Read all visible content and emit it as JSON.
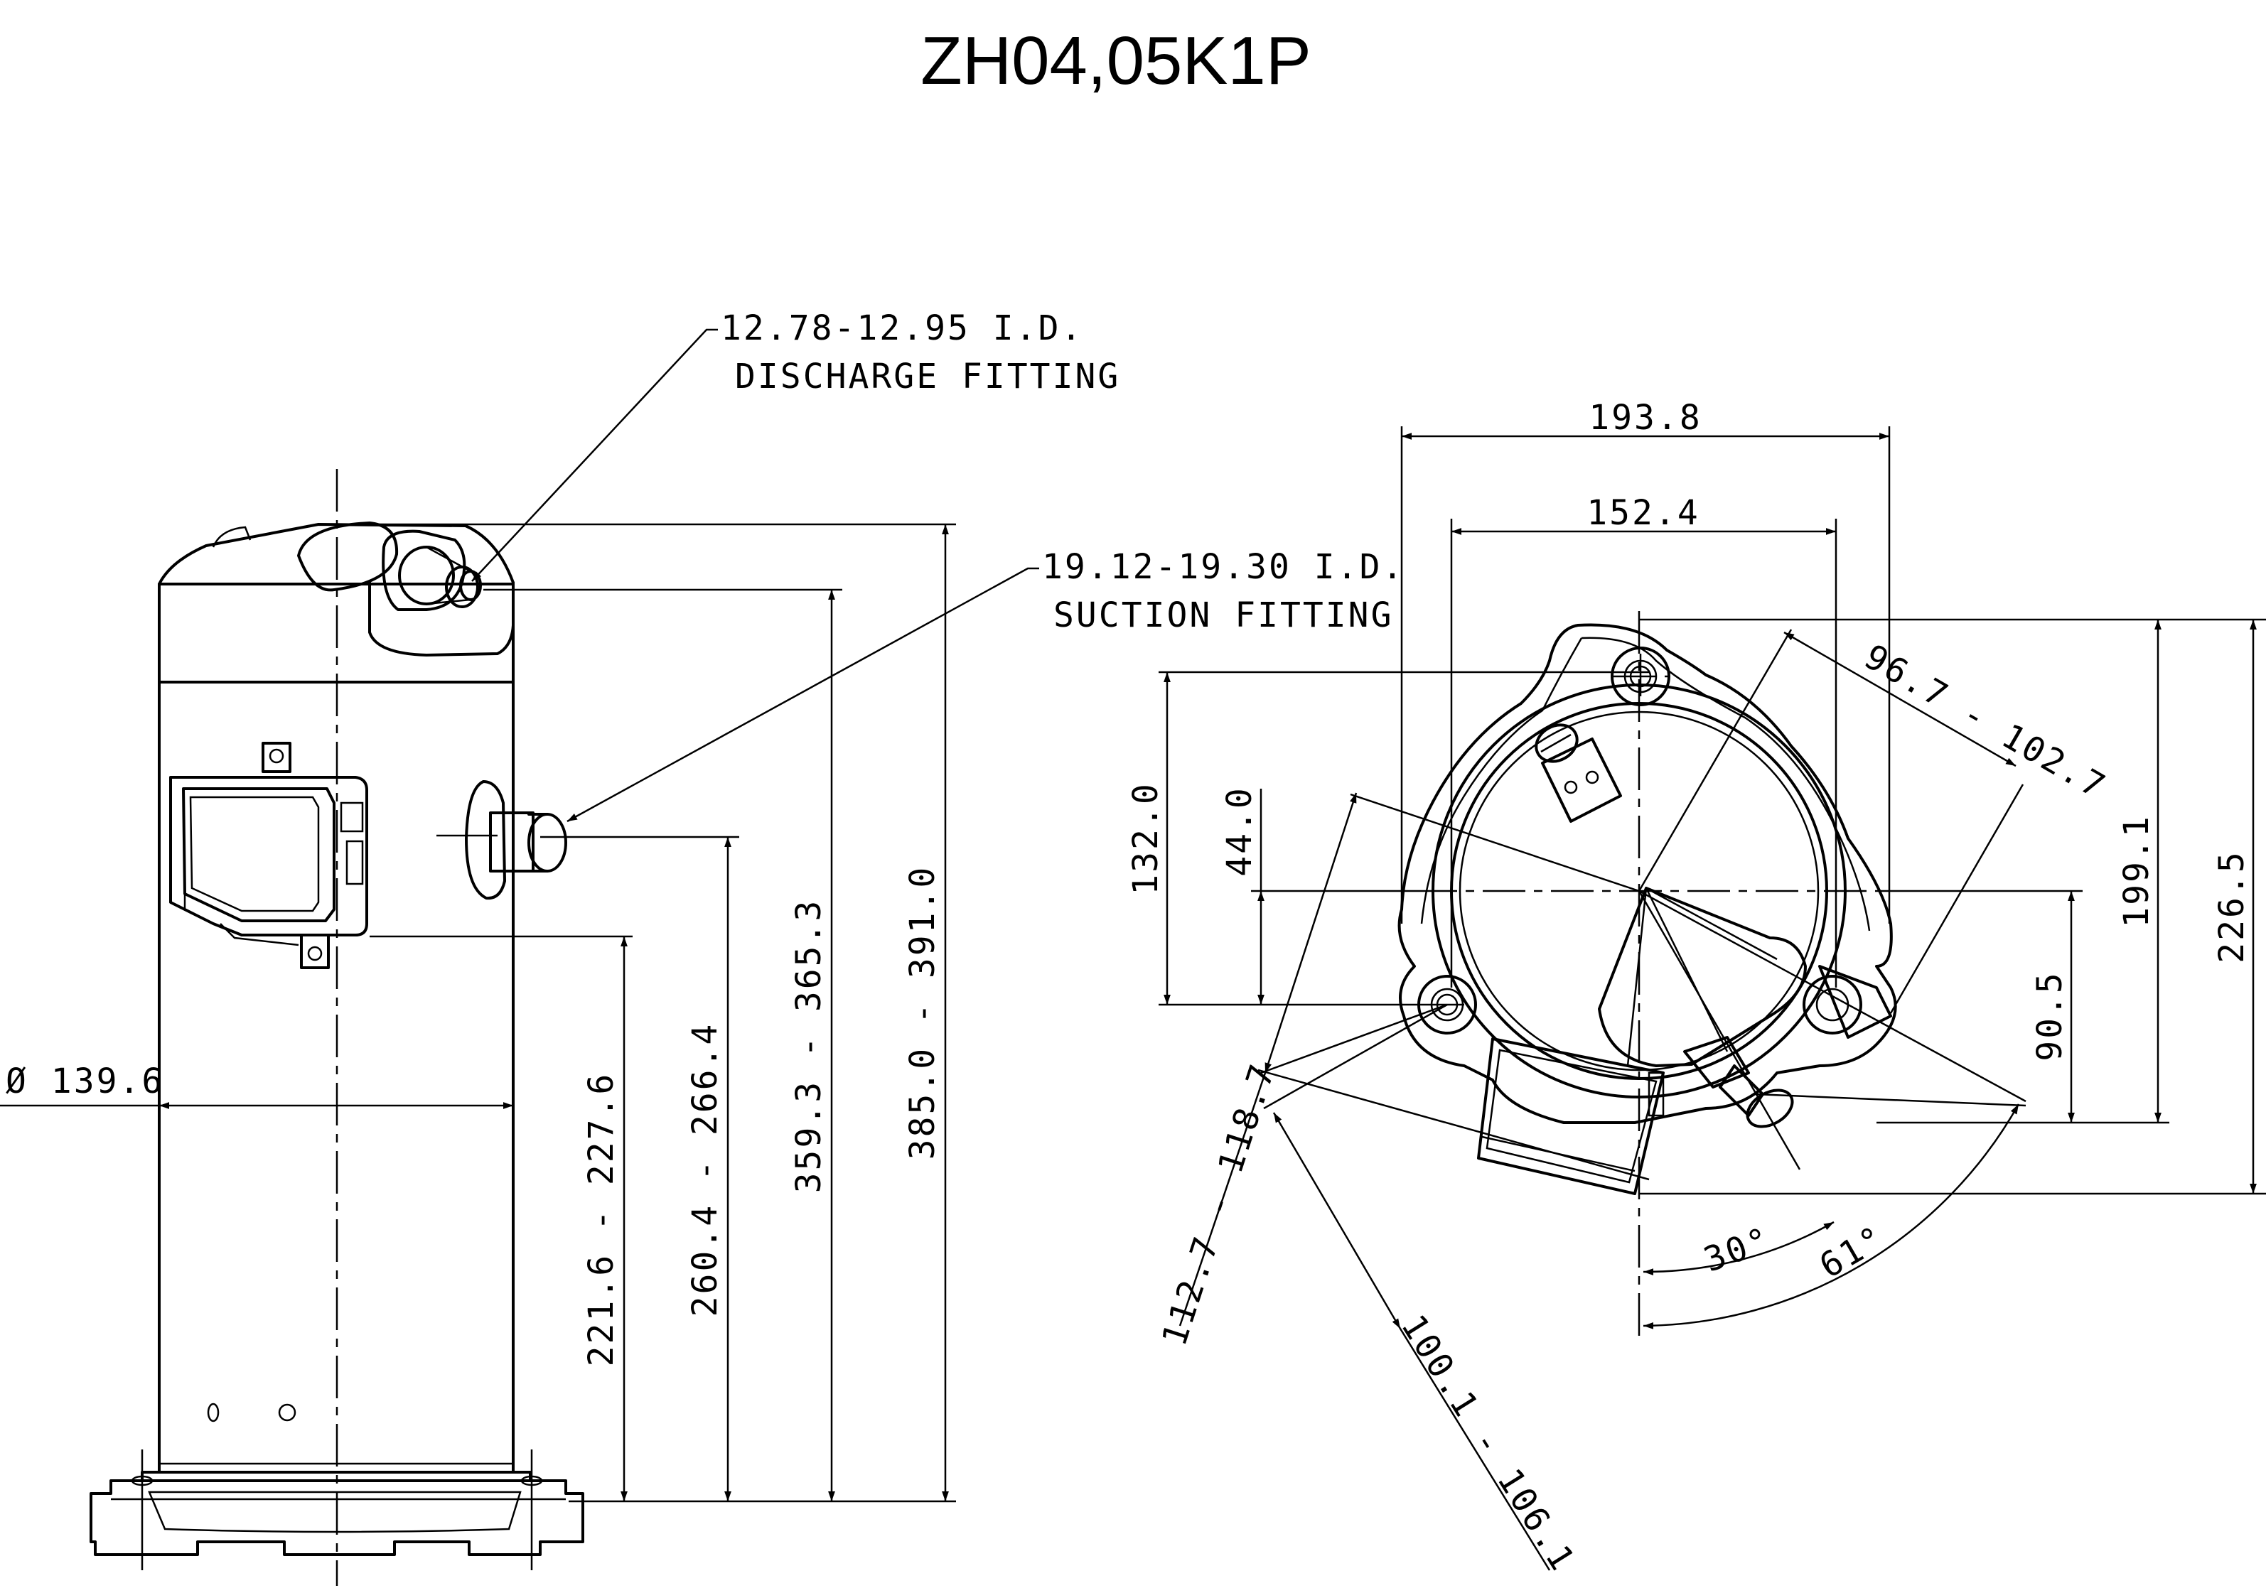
{
  "title": "ZH04,05K1P",
  "side_view": {
    "discharge_fitting": {
      "size": "12.78-12.95 I.D.",
      "name": "DISCHARGE FITTING"
    },
    "suction_fitting": {
      "size": "19.12-19.30 I.D.",
      "name": "SUCTION FITTING"
    },
    "shell_diameter": "Ø 139.6",
    "height_box": "221.6 - 227.6",
    "height_suction": "260.4 - 266.4",
    "height_discharge": "359.3 - 365.3",
    "height_overall": "385.0 - 391.0"
  },
  "top_view": {
    "width_overall": "193.8",
    "width_mount": "152.4",
    "depth_front": "132.0",
    "depth_center": "44.0",
    "radial_discharge": "96.7 - 102.7",
    "height_mount": "199.1",
    "height_overall": "226.5",
    "height_lower": "90.5",
    "radial_left": "112.7 - 118.7",
    "radial_bottom": "100.1 - 106.1",
    "angle_small": "30°",
    "angle_large": "61°"
  }
}
